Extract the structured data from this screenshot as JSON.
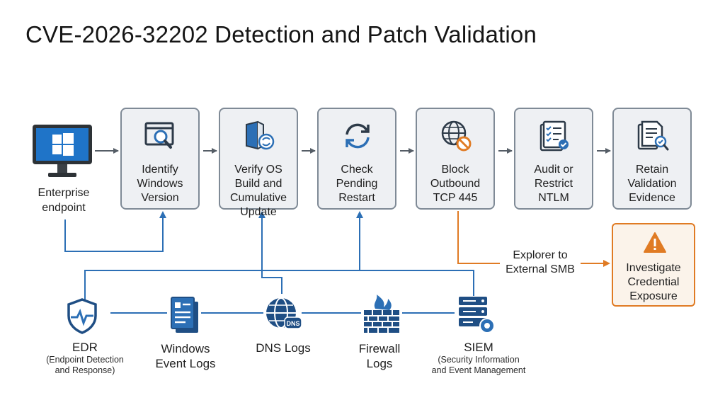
{
  "title": "CVE-2026-32202 Detection and Patch Validation",
  "endpoint": {
    "label_line1": "Enterprise",
    "label_line2": "endpoint",
    "icon": "windows-monitor-icon"
  },
  "steps": [
    {
      "label": "Identify Windows Version",
      "icon": "window-search-icon"
    },
    {
      "label": "Verify OS Build and Cumulative Update",
      "icon": "update-sync-icon"
    },
    {
      "label": "Check Pending Restart",
      "icon": "restart-arrows-icon"
    },
    {
      "label": "Block Outbound TCP 445",
      "icon": "globe-blocked-icon"
    },
    {
      "label": "Audit or Restrict NTLM",
      "icon": "checklist-icon"
    },
    {
      "label": "Retain Validation Evidence",
      "icon": "document-search-icon"
    }
  ],
  "alert_path": {
    "edge_label_line1": "Explorer to",
    "edge_label_line2": "External SMB",
    "target_label": "Investigate Credential Exposure",
    "icon": "warning-icon",
    "color": "#e07b24"
  },
  "sources": [
    {
      "title": "EDR",
      "subtitle_line1": "(Endpoint Detection",
      "subtitle_line2": "and Response)",
      "icon": "shield-pulse-icon"
    },
    {
      "title_line1": "Windows",
      "title_line2": "Event Logs",
      "icon": "event-log-icon"
    },
    {
      "title": "DNS Logs",
      "badge": "DNS",
      "icon": "dns-globe-icon"
    },
    {
      "title_line1": "Firewall",
      "title_line2": "Logs",
      "icon": "firewall-icon"
    },
    {
      "title": "SIEM",
      "subtitle_line1": "(Security Information",
      "subtitle_line2": "and Event Management",
      "icon": "server-gear-icon"
    }
  ],
  "colors": {
    "accent_blue": "#2c6fb5",
    "box_border": "#7f8a96",
    "box_fill": "#eef0f3",
    "alert_orange": "#e07b24"
  }
}
